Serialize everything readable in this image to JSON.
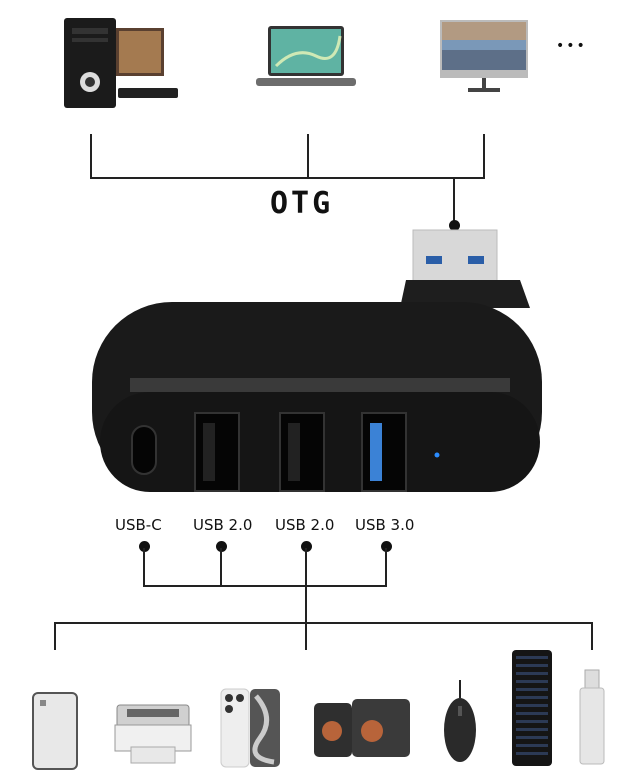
{
  "diagram": {
    "host_label": "OTG",
    "more_hosts_label": "•••",
    "hosts": [
      {
        "name": "desktop-pc"
      },
      {
        "name": "laptop"
      },
      {
        "name": "monitor"
      }
    ],
    "ports": [
      {
        "label": "USB-C"
      },
      {
        "label": "USB 2.0"
      },
      {
        "label": "USB 2.0"
      },
      {
        "label": "USB 3.0"
      }
    ],
    "devices": [
      {
        "name": "external-hard-drive"
      },
      {
        "name": "printer"
      },
      {
        "name": "smartphone"
      },
      {
        "name": "speakers"
      },
      {
        "name": "mouse"
      },
      {
        "name": "keyboard"
      },
      {
        "name": "usb-flash-drive"
      }
    ],
    "colors": {
      "hub_body": "#1a1a1a",
      "usb3_accent": "#3b82d6",
      "led": "#2b8cff",
      "line": "#222222"
    }
  }
}
